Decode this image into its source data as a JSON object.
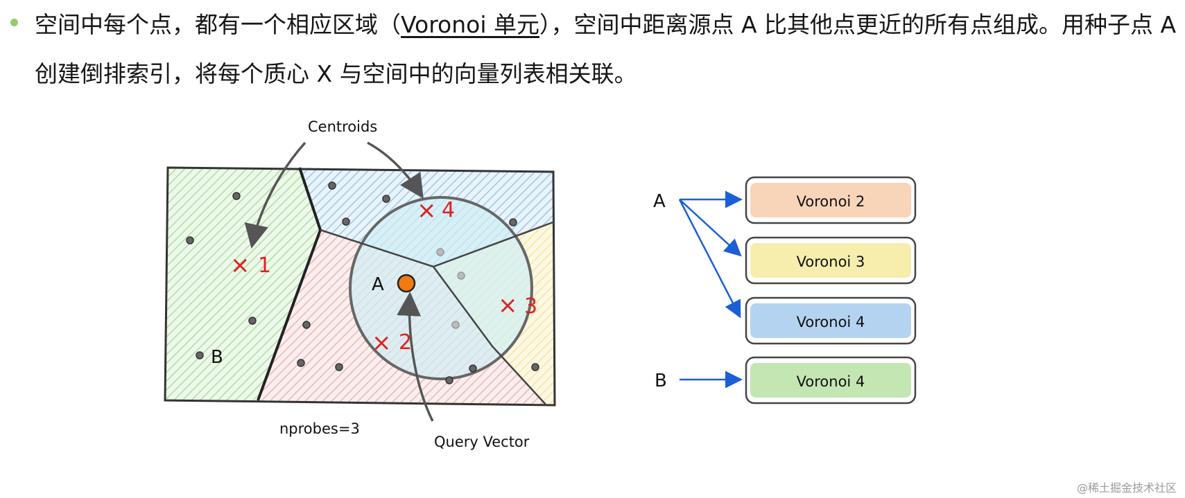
{
  "bullet": {
    "part1": "空间中每个点，都有一个相应区域（",
    "link": "Voronoi 单元",
    "part2": "），空间中距离源点 A 比其他点更近的所有点组成。用种子点 A 创建倒排索引，将每个质心 X 与空间中的向量列表相关联。"
  },
  "diagram": {
    "centroids_label": "Centroids",
    "query_vector_label": "Query Vector",
    "nprobes_label": "nprobes=3",
    "point_a_label": "A",
    "point_b_label": "B",
    "centroid_labels": [
      "1",
      "2",
      "3",
      "4"
    ],
    "centroid_mark": "×",
    "region_colors": {
      "green": "#a9dfa0",
      "blue": "#9cc6e6",
      "red": "#f0b3b3",
      "yellow": "#f5e59a",
      "circle": "#cfeef3"
    },
    "query_color": "#f07b10",
    "centroid_color": "#e02020"
  },
  "inverted_index": {
    "rows": [
      {
        "source": "A",
        "cell": "Voronoi 2",
        "color": "#f6c9a6"
      },
      {
        "source": "",
        "cell": "Voronoi 3",
        "color": "#f6ea9e"
      },
      {
        "source": "",
        "cell": "Voronoi 4",
        "color": "#a7cbee"
      },
      {
        "source": "B",
        "cell": "Voronoi 4",
        "color": "#b9e2a6"
      }
    ],
    "arrow_color": "#1a5fd6"
  },
  "watermark": "@稀土掘金技术社区"
}
